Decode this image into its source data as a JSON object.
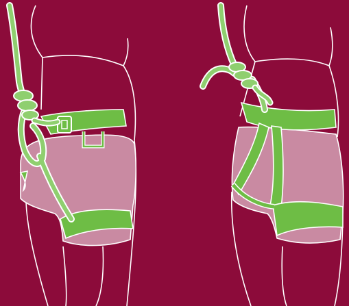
{
  "colors": {
    "background": "#8c0b3a",
    "harness_webbing": "#6ebd45",
    "rope": "#8fcf6f",
    "rope_edge": "#ffffff",
    "shorts": "#c98aa2",
    "outline": "#ffffff"
  },
  "figures": [
    {
      "view": "front-side",
      "knot": "figure-eight-follow-through"
    },
    {
      "view": "rear",
      "knot": "figure-eight-follow-through"
    }
  ]
}
